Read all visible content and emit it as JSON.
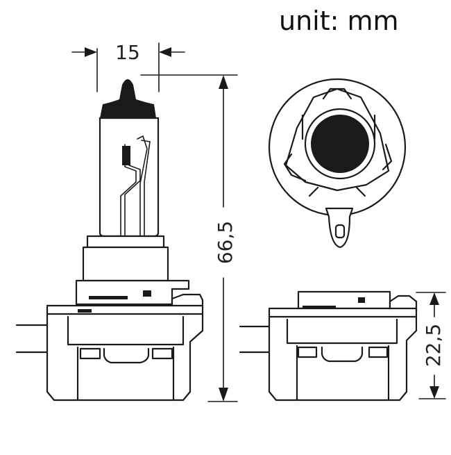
{
  "unit_label": "unit: mm",
  "dimensions": {
    "width": "15",
    "total_height": "66,5",
    "base_height": "22,5"
  }
}
